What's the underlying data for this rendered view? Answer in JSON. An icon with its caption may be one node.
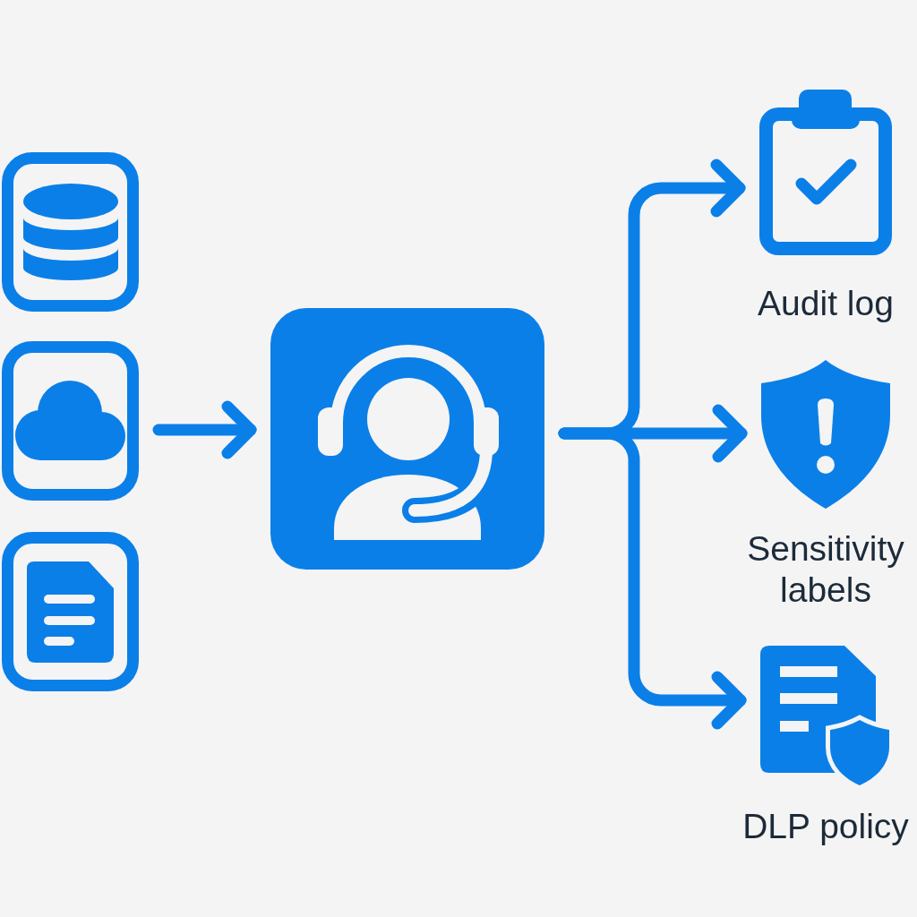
{
  "diagram": {
    "nodes": [
      {
        "text": [],
        "shape": "box"
      },
      {
        "text": [],
        "shape": "box"
      },
      {
        "text": [],
        "shape": "box"
      },
      {
        "text": [],
        "shape": "box"
      },
      {
        "text": [],
        "shape": "picture",
        "beside": [
          "Audit log"
        ]
      },
      {
        "text": [],
        "shape": "picture",
        "beside": [
          "Sensitivity labels"
        ]
      },
      {
        "text": [],
        "shape": "picture",
        "beside": [
          "DLP policy"
        ]
      }
    ],
    "edges": [
      {
        "from": 1,
        "to": 3,
        "arrow": "to"
      },
      {
        "from": 3,
        "to": 4,
        "arrow": "to"
      },
      {
        "from": 3,
        "to": 5,
        "arrow": "to"
      },
      {
        "from": 3,
        "to": 6,
        "arrow": "to"
      }
    ]
  }
}
